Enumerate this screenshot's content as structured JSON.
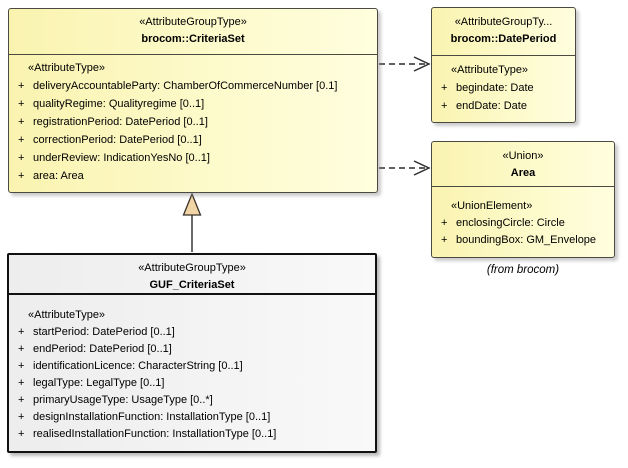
{
  "diagram": {
    "colors": {
      "element_fill": "#fdf6bd",
      "guf_fill": "#f0f0f0",
      "element_border": "#4a4a42",
      "generalization_triangle_fill": "#f2d5a6",
      "connector_stroke": "#2a2a2a",
      "background": "#ffffff"
    },
    "boxes": {
      "criteria_set": {
        "stereotype": "«AttributeGroupType»",
        "name": "brocom::CriteriaSet",
        "attr_header": "«AttributeType»",
        "visibility": "+",
        "attributes": [
          "deliveryAccountableParty: ChamberOfCommerceNumber [0.1]",
          "qualityRegime: Qualityregime [0..1]",
          "registrationPeriod: DatePeriod [0..1]",
          "correctionPeriod: DatePeriod [0..1]",
          "underReview: IndicationYesNo [0..1]",
          "area: Area"
        ]
      },
      "date_period": {
        "stereotype": "«AttributeGroupTy...",
        "name": "brocom::DatePeriod",
        "attr_header": "«AttributeType»",
        "visibility": "+",
        "attributes": [
          "begindate: Date",
          "endDate: Date"
        ]
      },
      "area": {
        "stereotype": "«Union»",
        "name": "Area",
        "attr_header": "«UnionElement»",
        "visibility": "+",
        "attributes": [
          "enclosingCircle: Circle",
          "boundingBox: GM_Envelope"
        ]
      },
      "guf_criteria_set": {
        "stereotype": "«AttributeGroupType»",
        "name": "GUF_CriteriaSet",
        "attr_header": "«AttributeType»",
        "visibility": "+",
        "attributes": [
          "startPeriod: DatePeriod [0..1]",
          "endPeriod: DatePeriod [0..1]",
          "identificationLicence: CharacterString [0..1]",
          "legalType: LegalType [0..1]",
          "primaryUsageType: UsageType [0..*]",
          "designInstallationFunction: InstallationType [0..1]",
          "realisedInstallationFunction: InstallationType [0..1]"
        ]
      }
    },
    "annotations": {
      "from_brocom": "(from brocom)"
    },
    "connectors": {
      "generalization": {
        "from": "GUF_CriteriaSet",
        "to": "brocom::CriteriaSet",
        "style": "solid line, hollow triangle head"
      },
      "dependency_dateperiod": {
        "from": "brocom::CriteriaSet",
        "to": "brocom::DatePeriod",
        "style": "dashed line, open arrow head"
      },
      "dependency_area": {
        "from": "brocom::CriteriaSet",
        "to": "Area",
        "style": "dashed line, open arrow head"
      }
    }
  }
}
